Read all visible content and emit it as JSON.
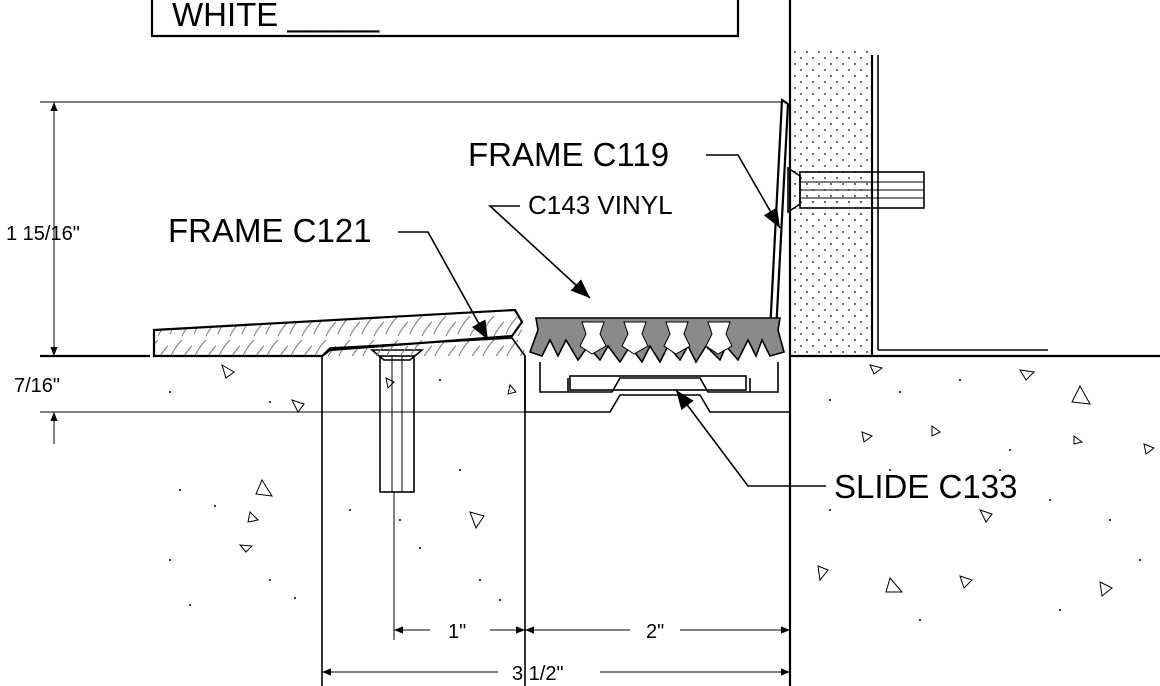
{
  "drawing": {
    "title_box_text": "WHITE _____",
    "labels": {
      "frame_c119": "FRAME C119",
      "c143_vinyl": "C143 VINYL",
      "frame_c121": "FRAME C121",
      "slide_c133": "SLIDE C133"
    },
    "dimensions": {
      "height_total": "1 15/16\"",
      "height_below": "7/16\"",
      "width_1": "1\"",
      "width_2": "2\"",
      "width_total": "3 1/2\""
    },
    "colors": {
      "line": "#000000",
      "vinyl_fill": "#8a8a8a",
      "background": "#ffffff"
    }
  }
}
